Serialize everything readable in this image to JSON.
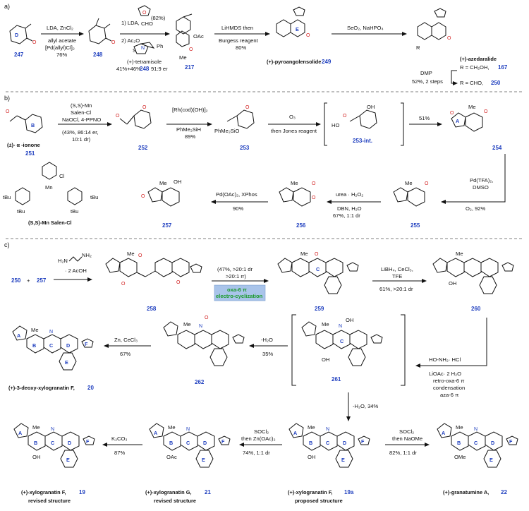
{
  "sections": {
    "a": "a)",
    "b": "b)",
    "c": "c)"
  },
  "compounds": {
    "c247": "247",
    "c248": "248",
    "c217": "217",
    "c249": "249",
    "c167": "167",
    "c250": "250",
    "c251": "251",
    "c252": "252",
    "c253": "253",
    "c253int": "253-int.",
    "c254": "254",
    "c255": "255",
    "c256": "256",
    "c257": "257",
    "c258": "258",
    "c259": "259",
    "c260": "260",
    "c261": "261",
    "c262": "262",
    "c20": "20",
    "c19": "19",
    "c21": "21",
    "c19a": "19a",
    "c22": "22",
    "c250c": "250",
    "c257c": "257"
  },
  "names": {
    "pyroangolensolide": "(+)-pyroangolensolide",
    "azedaralide": "(+)-azedaralide",
    "alpha_ionone": "(±)- α -ionone",
    "mn_salen": "(S,S)-Mn Salen-Cl",
    "deoxy_xylogranatin": "(+)-3-deoxy-xylogranatin F,",
    "xylogranatin_f": "(+)-xylogranatin F,",
    "xylogranatin_g": "(+)-xylogranatin G,",
    "xylogranatin_f_prop": "(+)-xylogranatin F,",
    "granatumine": "(+)-granatumine A,",
    "revised1": "revised structure",
    "revised2": "revised structure",
    "proposed": "proposed structure",
    "r_ch2oh": "R = CH₂OH,",
    "r_cho": "R = CHO,"
  },
  "conditions": {
    "a1_top": "LDA, ZnCl₂",
    "a1_b1": "allyl acetate",
    "a1_b2": "[Pd(allyl)Cl]₂",
    "a1_b3": "76%",
    "a2_yield": "(82%)",
    "a2_1": "1) LDA,",
    "a2_cho": "CHO",
    "a2_2": "2) Ac₂O",
    "a2_tetra": "(+)-tetramisole",
    "a2_er": "41%+46%",
    "a2_er2": "91:9 er",
    "a3_1": "LiHMDS then",
    "a3_2": "Burgess reagent",
    "a3_3": "80%",
    "a4": "SeO₂, NaHPO₄",
    "a5_1": "DMP",
    "a5_2": "52%, 2 steps",
    "b1_1": "(S,S)-Mn",
    "b1_2": "Salen-Cl",
    "b1_3": "NaOCl, 4-PPNO",
    "b1_4": "(43%, 86:14 er,",
    "b1_5": "10:1 dr)",
    "b2_1": "[Rh(cod)(OH)]₂",
    "b2_2": "PhMe₂SiH",
    "b2_3": "89%",
    "b3_1": "O₃",
    "b3_2": "then Jones reagent",
    "b4": "51%",
    "b5_1": "Pd(TFA)₂,",
    "b5_2": "DMSO",
    "b5_3": "O₂, 92%",
    "b6_1": "urea · H₂O₂",
    "b6_2": "DBN, H₂O",
    "b6_3": "67%, 1:1 dr",
    "b7_1": "Pd(OAc)₂, XPhos",
    "b7_2": "90%",
    "c1_1": "· 2 AcOH",
    "c2_1": "(47%, >20:1 dr",
    "c2_2": ">20:1 rr)",
    "c2_box1": "oxa-6 π",
    "c2_box2": "electro-cyclization",
    "c3_1": "LiBH₄, CeCl₃,",
    "c3_2": "TFE",
    "c3_3": "61%, >20:1 dr",
    "c4_1": "HO-NH₂· HCl",
    "c4_2": "LiOAc· 2 H₂O",
    "c4_3": "retro-oxa-6 π",
    "c4_4": "condensation",
    "c4_5": "aza-6 π",
    "c5_1": "-H₂O",
    "c5_2": "35%",
    "c6_1": "Zn, CeCl₃",
    "c6_2": "67%",
    "c7": "-H₂O, 34%",
    "c8_1": "SOCl₂",
    "c8_2": "then NaOMe",
    "c8_3": "82%, 1:1 dr",
    "c9_1": "SOCl₂",
    "c9_2": "then Zn(OAc)₂",
    "c9_3": "74%, 1:1 dr",
    "c10_1": "K₂CO₃",
    "c10_2": "87%"
  },
  "atoms": {
    "me": "Me",
    "oh": "OH",
    "oac": "OAc",
    "ome": "OMe",
    "n": "N",
    "o": "O",
    "ph": "Ph",
    "s": "S",
    "h2n": "H₂N",
    "nh2": "NH₂",
    "r": "R",
    "phme2sio": "PhMe₂SiO",
    "ho": "HO",
    "cl": "Cl",
    "mn": "Mn",
    "tbu": "tBu"
  },
  "ring_labels": {
    "A": "A",
    "B": "B",
    "C": "C",
    "D": "D",
    "E": "E",
    "F": "F"
  },
  "plus": "+"
}
